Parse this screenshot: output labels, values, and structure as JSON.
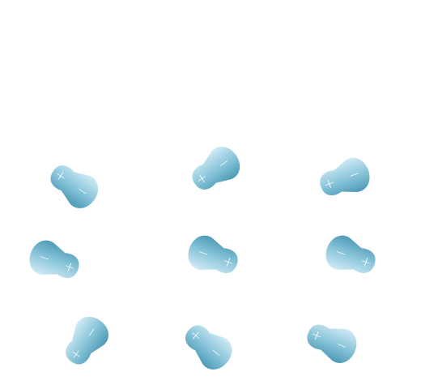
{
  "diagram": {
    "colors": {
      "fill_light": "#cfeaf4",
      "fill_mid": "#86c3d8",
      "fill_dark": "#4d9ab6",
      "sign": "#ffffff"
    },
    "labels": {
      "positive": "+",
      "negative": "−"
    },
    "molecules": [
      {
        "id": "m1",
        "plus": "+",
        "minus": "−"
      },
      {
        "id": "m2",
        "plus": "+",
        "minus": "−"
      },
      {
        "id": "m3",
        "plus": "+",
        "minus": "−"
      },
      {
        "id": "m4",
        "plus": "+",
        "minus": "−"
      },
      {
        "id": "m5",
        "plus": "+",
        "minus": "−"
      },
      {
        "id": "m6",
        "plus": "+",
        "minus": "−"
      },
      {
        "id": "m7",
        "plus": "+",
        "minus": "−"
      },
      {
        "id": "m8",
        "plus": "+",
        "minus": "−"
      },
      {
        "id": "m9",
        "plus": "+",
        "minus": "−"
      }
    ]
  }
}
